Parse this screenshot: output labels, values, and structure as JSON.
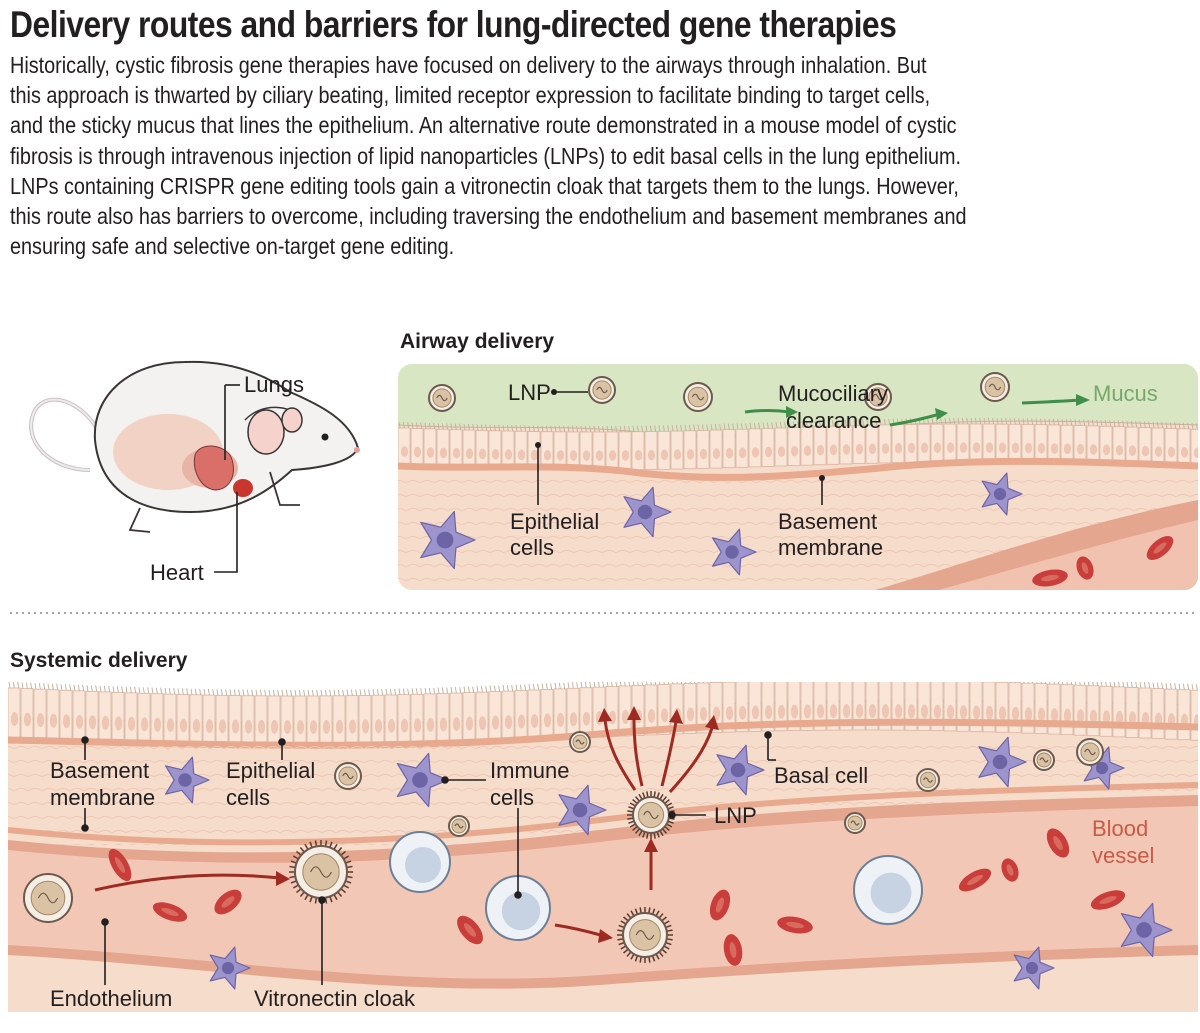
{
  "title": "Delivery routes and barriers for lung-directed gene therapies",
  "intro_lines": [
    "Historically, cystic fibrosis gene therapies have focused on delivery to the airways through inhalation. But",
    "this approach is thwarted by ciliary beating, limited receptor expression to facilitate binding to target cells,",
    "and the sticky mucus that lines the epithelium. An alternative route demonstrated in a mouse model of cystic",
    "fibrosis is through intravenous injection of lipid nanoparticles (LNPs) to edit basal cells in the lung epithelium.",
    "LNPs containing CRISPR gene editing tools gain a vitronectin cloak that targets them to the lungs. However,",
    "this route also has barriers to overcome, including traversing the endothelium and basement membranes and",
    "ensuring safe and selective on-target gene editing."
  ],
  "mouse": {
    "lungs": "Lungs",
    "heart": "Heart"
  },
  "airway": {
    "heading": "Airway delivery",
    "lnp": "LNP",
    "clearance_1": "Mucociliary",
    "clearance_2": "clearance",
    "mucus": "Mucus",
    "epithelial_1": "Epithelial",
    "epithelial_2": "cells",
    "basement_1": "Basement",
    "basement_2": "membrane"
  },
  "systemic": {
    "heading": "Systemic delivery",
    "basement_1": "Basement",
    "basement_2": "membrane",
    "epithelial_1": "Epithelial",
    "epithelial_2": "cells",
    "immune_1": "Immune",
    "immune_2": "cells",
    "basal": "Basal cell",
    "lnp": "LNP",
    "blood_1": "Blood",
    "blood_2": "vessel",
    "endothelium": "Endothelium",
    "cloak": "Vitronectin cloak"
  },
  "colors": {
    "tissue": "#f6dccb",
    "cells": "#fae6d8",
    "membrane": "#e9a98e",
    "mucus": "#d8e6c4",
    "mucus_text": "#77a86a",
    "arrow_green": "#3f8f4a",
    "vessel": "#e5a68f",
    "rbc": "#c93e3a",
    "arrow_red": "#9e2a22",
    "blood_text": "#c85b47",
    "immune": "#9d94cd"
  }
}
